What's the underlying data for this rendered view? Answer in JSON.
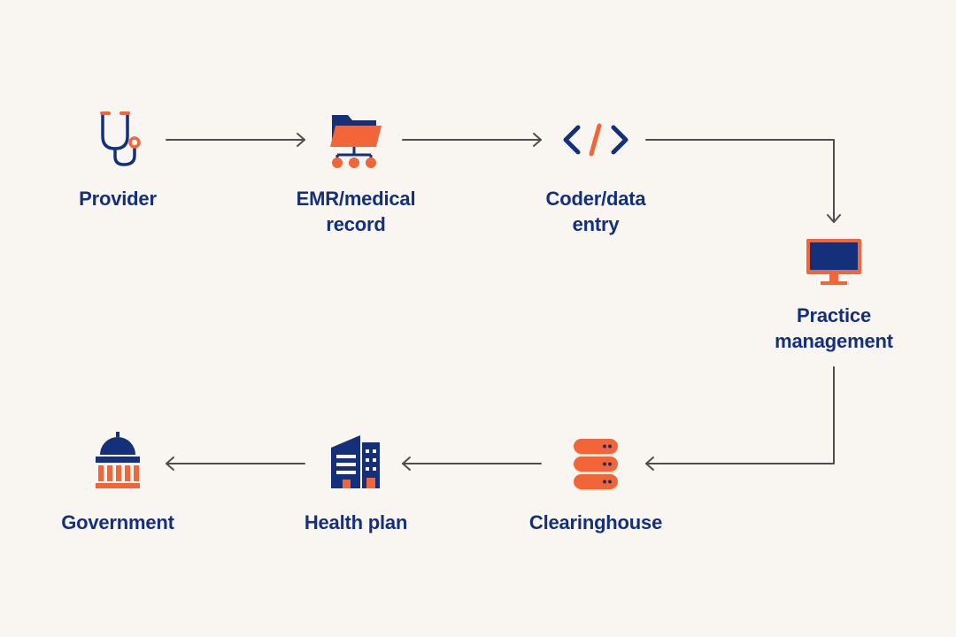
{
  "colors": {
    "background": "#f9f6f1",
    "navy": "#14307a",
    "orange": "#f26538",
    "connector": "#4d4d4d"
  },
  "nodes": [
    {
      "label": "Provider",
      "icon": "stethoscope-icon"
    },
    {
      "label": "EMR/medical\nrecord",
      "icon": "network-folder-icon"
    },
    {
      "label": "Coder/data\nentry",
      "icon": "code-icon"
    },
    {
      "label": "Practice\nmanagement",
      "icon": "monitor-icon"
    },
    {
      "label": "Clearinghouse",
      "icon": "server-stack-icon"
    },
    {
      "label": "Health plan",
      "icon": "office-building-icon"
    },
    {
      "label": "Government",
      "icon": "capitol-dome-icon"
    }
  ],
  "flow_order": [
    "Provider",
    "EMR/medical record",
    "Coder/data entry",
    "Practice management",
    "Clearinghouse",
    "Health plan",
    "Government"
  ]
}
